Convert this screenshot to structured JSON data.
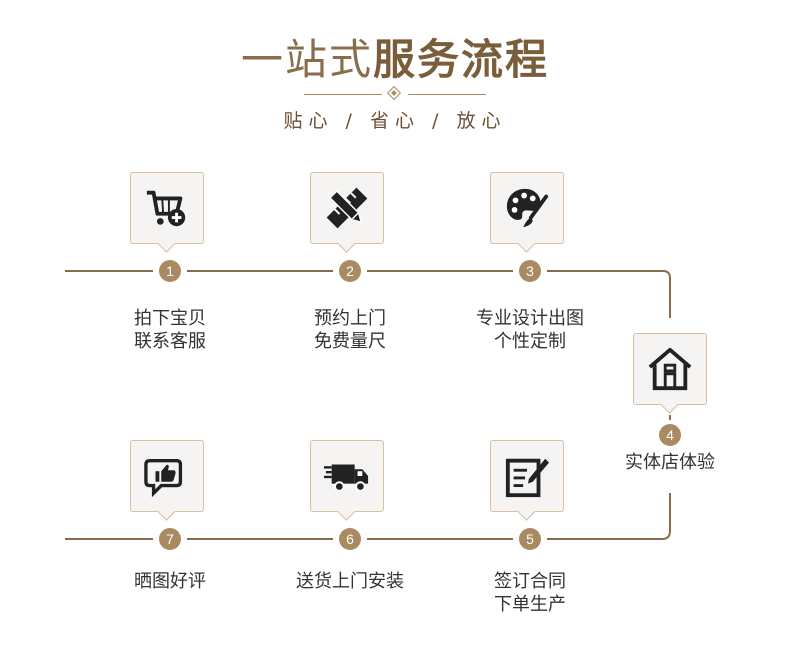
{
  "header": {
    "title_light": "一站式",
    "title_bold": "服务流程",
    "subtitle": "贴心 / 省心 / 放心"
  },
  "colors": {
    "accent": "#a98a63",
    "title": "#8a6d4a",
    "box_bg": "#f5f4f3",
    "text": "#333333"
  },
  "steps": [
    {
      "num": "1",
      "icon": "shopping-cart-add-icon",
      "line1": "拍下宝贝",
      "line2": "联系客服"
    },
    {
      "num": "2",
      "icon": "pencil-ruler-icon",
      "line1": "预约上门",
      "line2": "免费量尺"
    },
    {
      "num": "3",
      "icon": "paint-palette-icon",
      "line1": "专业设计出图",
      "line2": "个性定制"
    },
    {
      "num": "4",
      "icon": "house-icon",
      "line1": "实体店体验",
      "line2": ""
    },
    {
      "num": "5",
      "icon": "sign-contract-icon",
      "line1": "签订合同",
      "line2": "下单生产"
    },
    {
      "num": "6",
      "icon": "delivery-truck-icon",
      "line1": "送货上门安装",
      "line2": ""
    },
    {
      "num": "7",
      "icon": "thumbs-up-chat-icon",
      "line1": "晒图好评",
      "line2": ""
    }
  ]
}
